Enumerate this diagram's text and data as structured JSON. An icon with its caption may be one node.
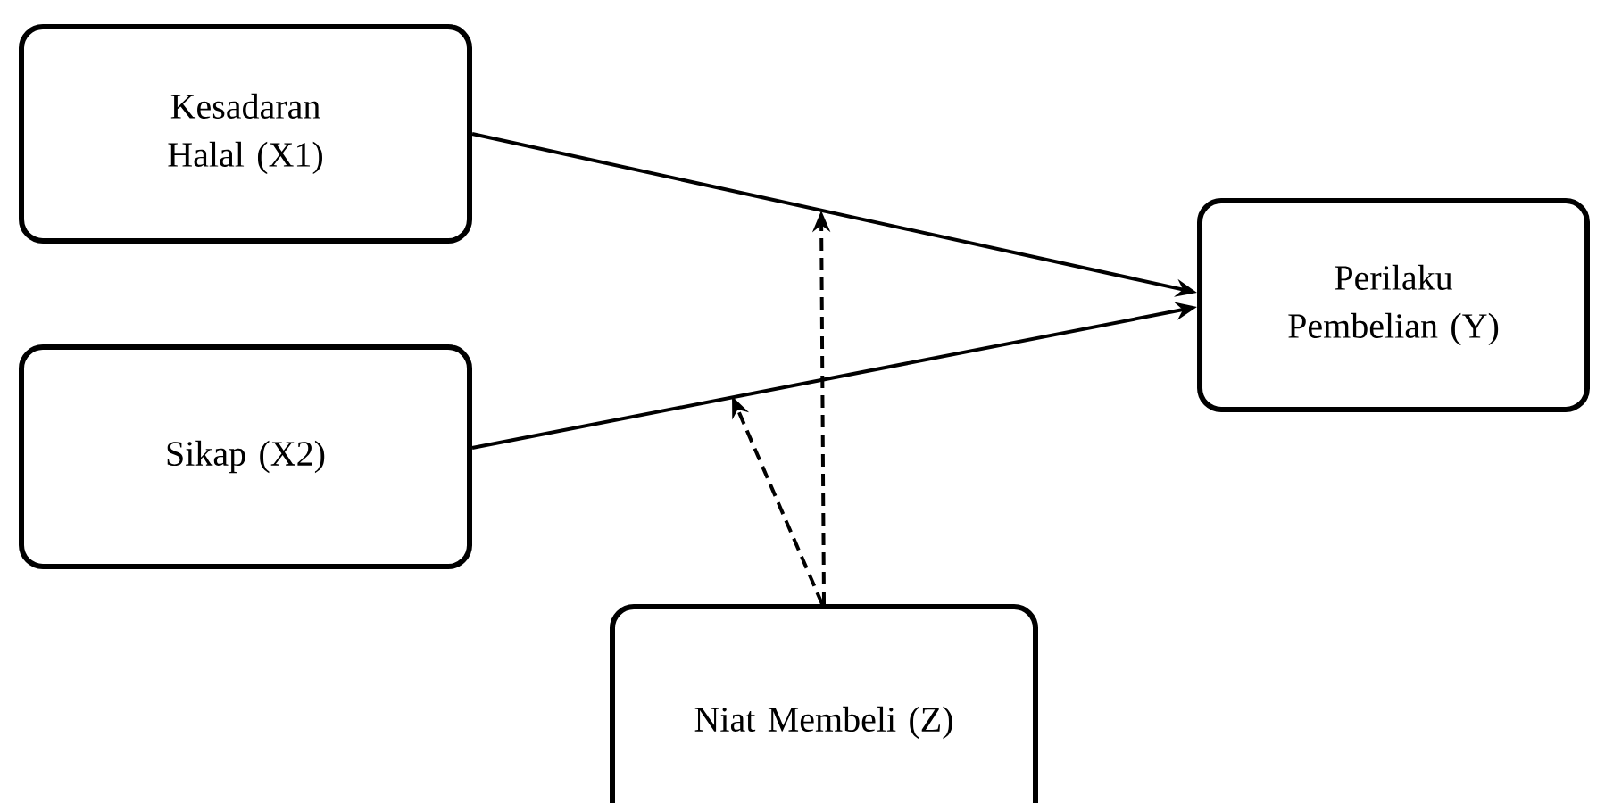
{
  "diagram": {
    "nodes": [
      {
        "text": [
          "Kesadaran Halal (X1)"
        ]
      },
      {
        "text": [
          "Sikap (X2)"
        ]
      },
      {
        "text": [
          "Perilaku Pembelian (Y)"
        ]
      },
      {
        "text": [
          "Niat Membeli (Z)"
        ]
      }
    ],
    "edges": [
      {
        "from": 0,
        "to": 2,
        "arrow": "to"
      },
      {
        "from": 1,
        "to": 2,
        "arrow": "to"
      },
      {
        "from": 3,
        "to": null,
        "arrow": "to",
        "style": "dashed"
      },
      {
        "from": 3,
        "to": null,
        "arrow": "to",
        "style": "dashed"
      }
    ]
  }
}
